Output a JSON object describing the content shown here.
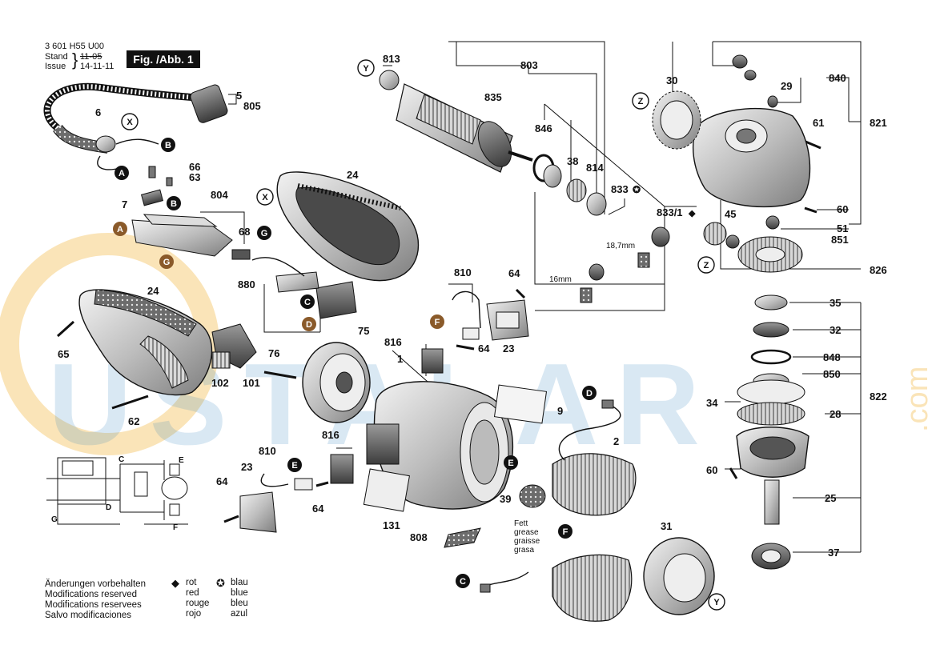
{
  "header": {
    "part_no": "3 601 H55 U00",
    "stand_label": "Stand",
    "stand_value": "11-05",
    "issue_label": "Issue",
    "issue_value": "14-11-11",
    "figure": "Fig. /Abb. 1"
  },
  "watermark": {
    "text": "USTALAR",
    "side_text": ".com",
    "color": "#2f7fbf",
    "circle_color": "#f2b233"
  },
  "notes": [
    "Änderungen vorbehalten",
    "Modifications reserved",
    "Modifications reservees",
    "Salvo modificaciones"
  ],
  "legend": {
    "red_symbol": "◆",
    "red": [
      "rot",
      "red",
      "rouge",
      "rojo"
    ],
    "blue_symbol": "✪",
    "blue": [
      "blau",
      "blue",
      "bleu",
      "azul"
    ]
  },
  "part_numbers": {
    "p813": "813",
    "p803": "803",
    "p835": "835",
    "p30": "30",
    "p840": "840",
    "p29": "29",
    "p821": "821",
    "p61": "61",
    "p846": "846",
    "p38": "38",
    "p814": "814",
    "p833": "833",
    "p833_1": "833/1",
    "p45": "45",
    "p60a": "60",
    "p51": "51",
    "p851": "851",
    "p826": "826",
    "p18_7": "18,7mm",
    "p16mm": "16mm",
    "p5": "5",
    "p805": "805",
    "p6": "6",
    "p66": "66",
    "p63": "63",
    "p7": "7",
    "p804": "804",
    "p68": "68",
    "p24a": "24",
    "p24b": "24",
    "p880": "880",
    "p810a": "810",
    "p64a": "64",
    "p23a": "23",
    "p816a": "816",
    "p64b": "64",
    "p1": "1",
    "p75": "75",
    "p76": "76",
    "p9": "9",
    "p65": "65",
    "p102": "102",
    "p101": "101",
    "p62": "62",
    "p2": "2",
    "p35": "35",
    "p32": "32",
    "p848": "848",
    "p850": "850",
    "p34": "34",
    "p822": "822",
    "p28": "28",
    "p60b": "60",
    "p25": "25",
    "p37": "37",
    "p810b": "810",
    "p816b": "816",
    "p23b": "23",
    "p64c": "64",
    "p64d": "64",
    "p39": "39",
    "p131": "131",
    "p808": "808",
    "p31": "31"
  },
  "grease_note": [
    "Fett",
    "grease",
    "graisse",
    "grasa"
  ],
  "callout_letters": {
    "A1": "A",
    "A2": "A",
    "B1": "B",
    "B2": "B",
    "C1": "C",
    "C2": "C",
    "D1": "D",
    "D2": "D",
    "E1": "E",
    "E2": "E",
    "F1": "F",
    "F2": "F",
    "G1": "G",
    "G2": "G",
    "X1": "X",
    "X2": "X",
    "Y1": "Y",
    "Y2": "Y",
    "Z1": "Z",
    "Z2": "Z"
  },
  "schematic_labels": {
    "C": "C",
    "D": "D",
    "E": "E",
    "F": "F",
    "G": "G"
  },
  "colors": {
    "ink": "#111111",
    "part_fill": "#cfcfcf",
    "part_shadow": "#8a8a8a"
  }
}
